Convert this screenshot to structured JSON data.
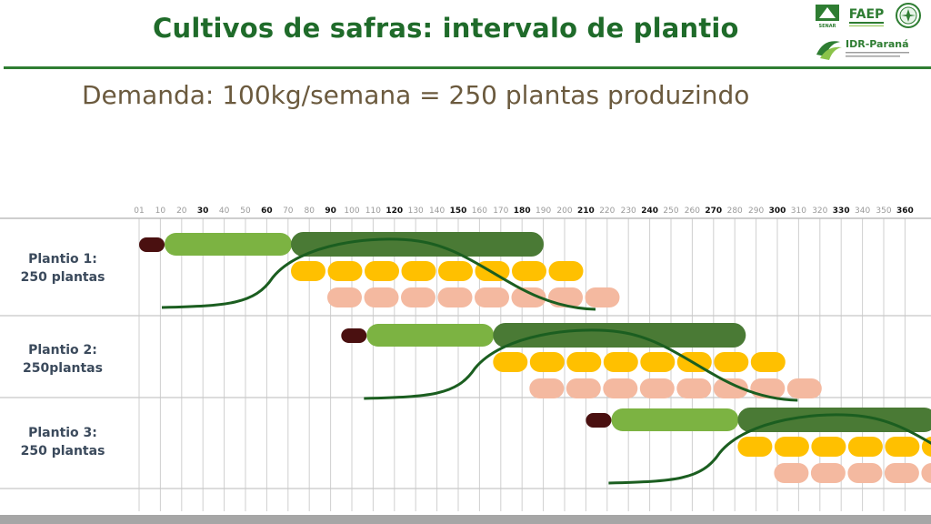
{
  "title": "Cultivos de safras: intervalo de plantio",
  "subtitle": "Demanda: 100kg/semana = 250 plantas produzindo",
  "logos": {
    "senar_text": "SENAR",
    "faep_text": "FAEP",
    "idr_text": "IDR-Paraná"
  },
  "colors": {
    "title": "#1f6b2a",
    "seed": "#4a1010",
    "seedling": "#7cb342",
    "mature": "#4a7a35",
    "yellow": "#ffc000",
    "pink": "#f4b9a0",
    "curve": "#1b5e20"
  },
  "axis_ticks": [
    "01",
    "10",
    "20",
    "30",
    "40",
    "50",
    "60",
    "70",
    "80",
    "90",
    "100",
    "110",
    "120",
    "130",
    "140",
    "150",
    "160",
    "170",
    "180",
    "190",
    "200",
    "210",
    "220",
    "230",
    "240",
    "250",
    "260",
    "270",
    "280",
    "290",
    "300",
    "310",
    "320",
    "330",
    "340",
    "350",
    "360"
  ],
  "bold_ticks": [
    "30",
    "60",
    "90",
    "120",
    "150",
    "180",
    "210",
    "240",
    "270",
    "300",
    "330",
    "360"
  ],
  "rows": [
    {
      "label_line1": "Plantio 1:",
      "label_line2": "250 plantas"
    },
    {
      "label_line1": "Plantio 2:",
      "label_line2": "250plantas"
    },
    {
      "label_line1": "Plantio 3:",
      "label_line2": "250 plantas"
    }
  ]
}
